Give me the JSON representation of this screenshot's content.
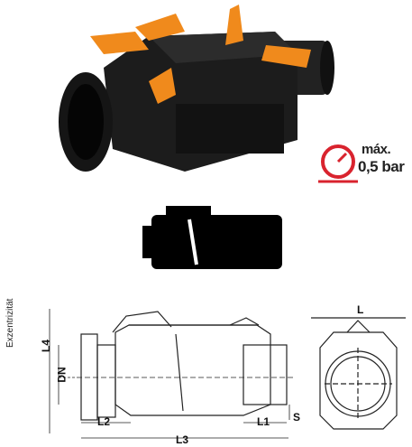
{
  "pressure_badge": {
    "line1": "máx.",
    "line2": "0,5 bar",
    "accent_color": "#d9232e"
  },
  "drawing_labels": {
    "side_caption": "Exzentrizität",
    "L4": "L4",
    "DN": "DN",
    "L2": "L2",
    "L3": "L3",
    "L1": "L1",
    "S": "S",
    "L": "L"
  },
  "colors": {
    "valve_body": "#1c1c1c",
    "handles": "#f08a1c",
    "line": "#222222"
  }
}
